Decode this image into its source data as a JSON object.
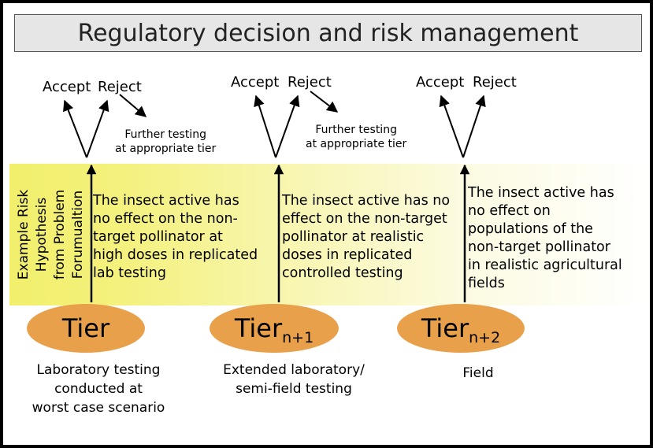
{
  "title": "Regulatory decision and risk management",
  "side_label": "Example Risk\nHypothesis\nfrom Problem\nForumualtion",
  "columns": [
    {
      "accept": "Accept",
      "reject": "Reject",
      "further": "Further testing\nat appropriate tier",
      "hypothesis": "The insect active has\nno effect on the non-\ntarget pollinator at\nhigh doses in replicated\nlab testing",
      "tier_main": "Tier",
      "tier_sub": "",
      "description": "Laboratory testing\nconducted at\nworst case scenario"
    },
    {
      "accept": "Accept",
      "reject": "Reject",
      "further": "Further testing\nat appropriate tier",
      "hypothesis": "The insect active has no\neffect on the non-target\npollinator at realistic\ndoses in replicated\ncontrolled testing",
      "tier_main": "Tier",
      "tier_sub": "n+1",
      "description": "Extended laboratory/\nsemi-field testing"
    },
    {
      "accept": "Accept",
      "reject": "Reject",
      "hypothesis": "The insect active has\nno effect on\npopulations of the\nnon-target pollinator\nin realistic agricultural\nfields",
      "tier_main": "Tier",
      "tier_sub": "n+2",
      "description": "Field"
    }
  ],
  "colors": {
    "oval": "#e8a04a",
    "band": "#f2ef6c",
    "title_bg": "#e6e6e6"
  }
}
